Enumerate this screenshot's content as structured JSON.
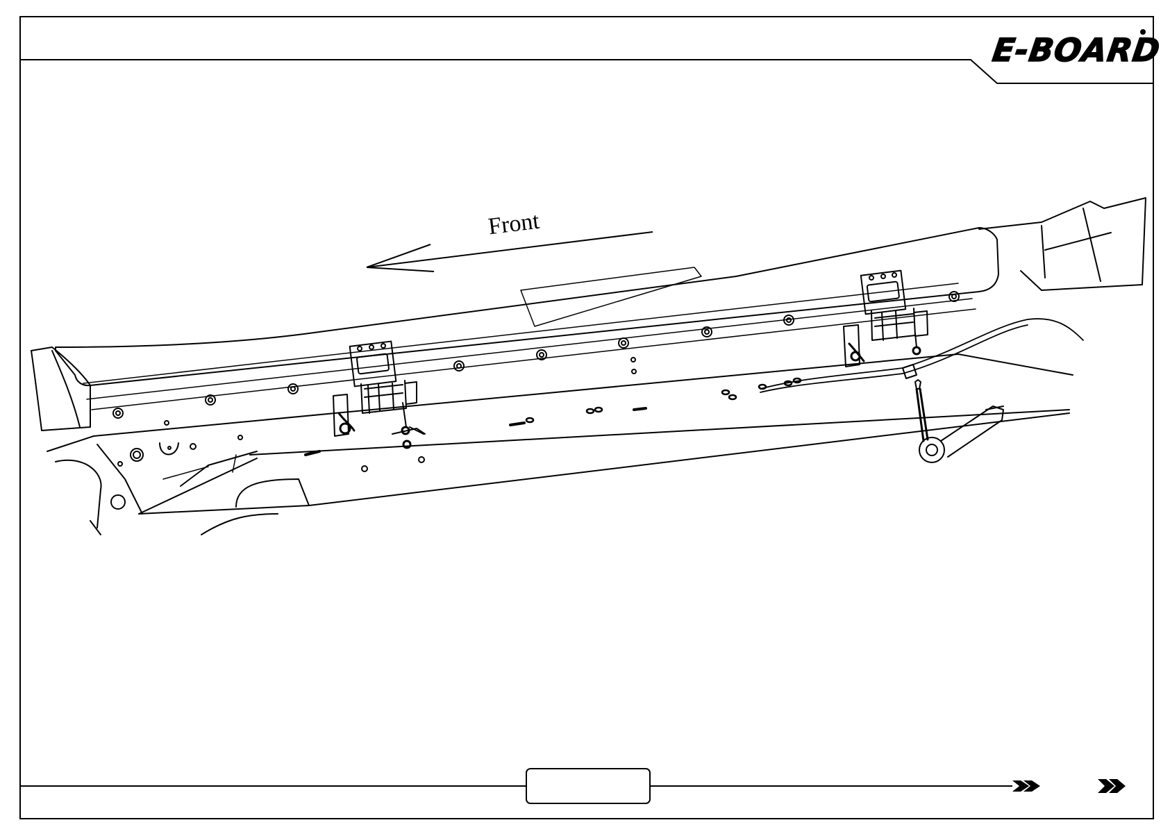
{
  "brand": {
    "logo_text": "E-BOARD",
    "registered": "®"
  },
  "diagram": {
    "direction_label": "Front",
    "page_box_text": ""
  },
  "navigation": {
    "next_icon": "double-chevron-right",
    "last_icon": "double-chevron-right"
  },
  "colors": {
    "line": "#000000",
    "background": "#ffffff"
  }
}
